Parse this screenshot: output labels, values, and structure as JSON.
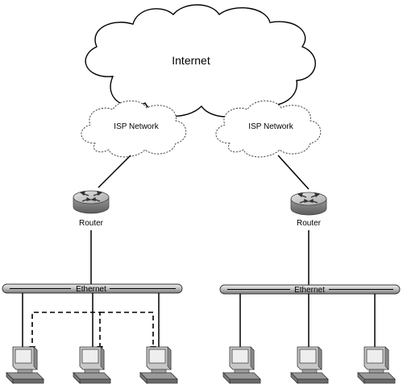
{
  "internet": {
    "label": "Internet"
  },
  "isp_left": {
    "label": "ISP Network"
  },
  "isp_right": {
    "label": "ISP Network"
  },
  "router_left": {
    "label": "Router"
  },
  "router_right": {
    "label": "Router"
  },
  "ethernet_left": {
    "label": "Ethernet"
  },
  "ethernet_right": {
    "label": "Ethernet"
  },
  "icons": {
    "router": "router-icon",
    "workstation": "workstation-icon",
    "cloud": "cloud-icon"
  }
}
